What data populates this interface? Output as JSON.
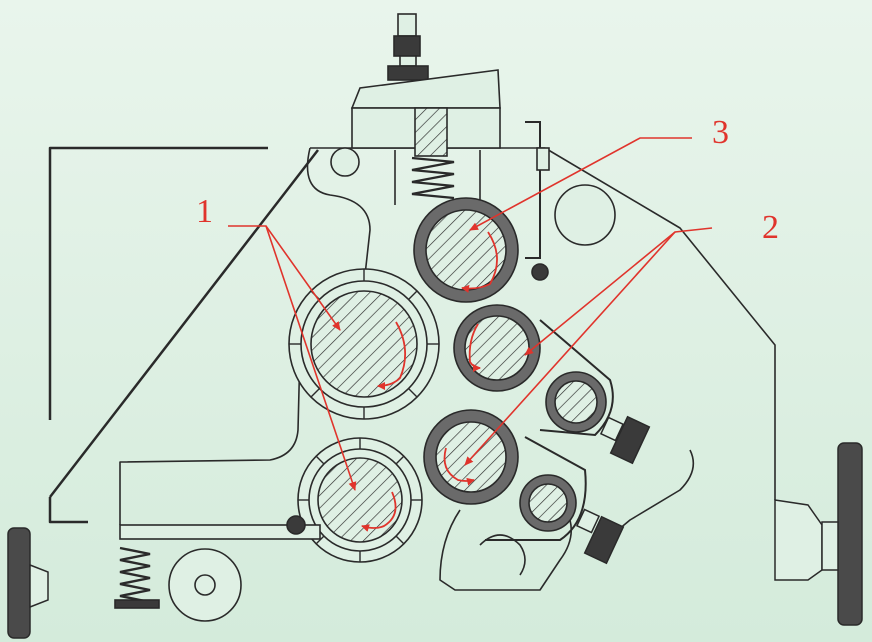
{
  "callouts": {
    "label_1": "1",
    "label_2": "2",
    "label_3": "3"
  },
  "colors": {
    "background": "#dff0e4",
    "line": "#2a2a2a",
    "annotation": "#e0342c"
  }
}
